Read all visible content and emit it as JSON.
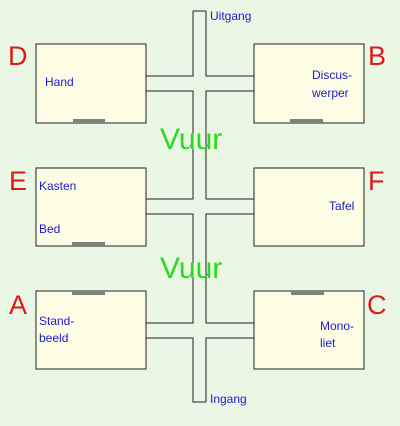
{
  "labels": {
    "exit": "Uitgang",
    "entrance": "Ingang",
    "fire_top": "Vuur",
    "fire_bottom": "Vuur"
  },
  "rooms": {
    "D": {
      "letter": "D",
      "items": [
        "Hand"
      ]
    },
    "B": {
      "letter": "B",
      "items": [
        "Discus-",
        "werper"
      ]
    },
    "E": {
      "letter": "E",
      "items": [
        "Kasten",
        "Bed"
      ]
    },
    "F": {
      "letter": "F",
      "items": [
        "Tafel"
      ]
    },
    "A": {
      "letter": "A",
      "items": [
        "Stand-",
        "beeld"
      ]
    },
    "C": {
      "letter": "C",
      "items": [
        "Mono-",
        "liet"
      ]
    }
  },
  "colors": {
    "background": "#e9f7e4",
    "room_fill": "#fdfde6",
    "letter": "#e01818",
    "item_text": "#1c1ccc",
    "fire_text": "#2ed81e",
    "door": "#808080",
    "outline": "#222222"
  }
}
